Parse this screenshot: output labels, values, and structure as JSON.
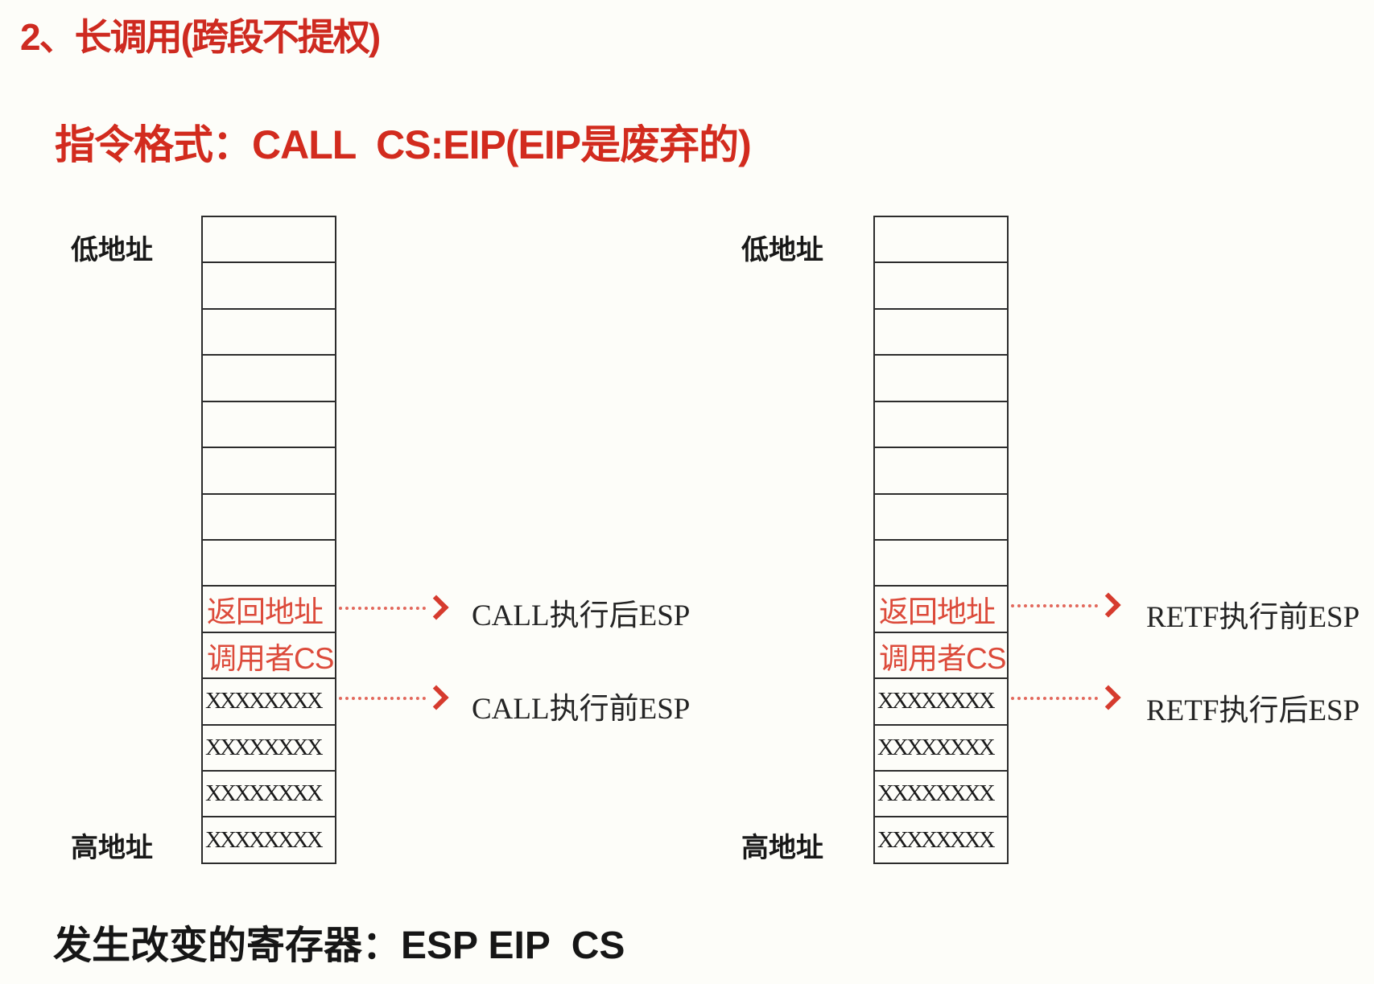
{
  "page": {
    "title": "2、长调用(跨段不提权)",
    "subtitle": "指令格式：CALL  CS:EIP(EIP是废弃的)",
    "footer": "发生改变的寄存器：ESP EIP  CS"
  },
  "colors": {
    "heading_red": "#ce2a20",
    "cell_text_red": "#dc4a3a",
    "arrow_red": "#d63b2e",
    "text_black": "#1b1b1b"
  },
  "stacks": {
    "left": {
      "low_address_label": "低地址",
      "high_address_label": "高地址",
      "cells": [
        "",
        "",
        "",
        "",
        "",
        "",
        "",
        "",
        "返回地址",
        "调用者CS",
        "XXXXXXXX",
        "XXXXXXXX",
        "XXXXXXXX",
        "XXXXXXXX"
      ],
      "arrows": [
        {
          "label": "CALL执行后ESP",
          "points_to_cell_index": 8
        },
        {
          "label": "CALL执行前ESP",
          "points_to_cell_index": 10
        }
      ]
    },
    "right": {
      "low_address_label": "低地址",
      "high_address_label": "高地址",
      "cells": [
        "",
        "",
        "",
        "",
        "",
        "",
        "",
        "",
        "返回地址",
        "调用者CS",
        "XXXXXXXX",
        "XXXXXXXX",
        "XXXXXXXX",
        "XXXXXXXX"
      ],
      "arrows": [
        {
          "label": "RETF执行前ESP",
          "points_to_cell_index": 8
        },
        {
          "label": "RETF执行后ESP",
          "points_to_cell_index": 10
        }
      ]
    }
  }
}
